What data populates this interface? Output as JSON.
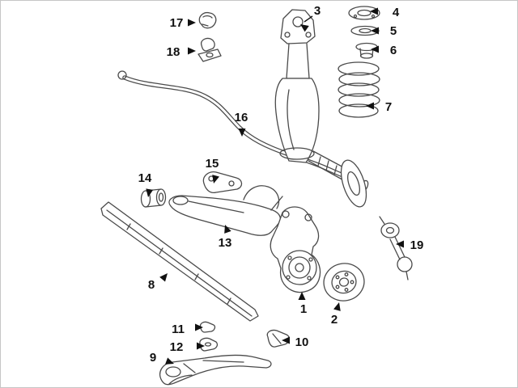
{
  "figure": {
    "kind": "exploded-parts-diagram",
    "background": "#ffffff",
    "line_color": "#4a4a4a",
    "label_color": "#111111"
  },
  "callouts": [
    {
      "label": "1"
    },
    {
      "label": "2"
    },
    {
      "label": "3"
    },
    {
      "label": "4"
    },
    {
      "label": "5"
    },
    {
      "label": "6"
    },
    {
      "label": "7"
    },
    {
      "label": "8"
    },
    {
      "label": "9"
    },
    {
      "label": "10"
    },
    {
      "label": "11"
    },
    {
      "label": "12"
    },
    {
      "label": "13"
    },
    {
      "label": "14"
    },
    {
      "label": "15"
    },
    {
      "label": "16"
    },
    {
      "label": "17"
    },
    {
      "label": "18"
    },
    {
      "label": "19"
    }
  ]
}
